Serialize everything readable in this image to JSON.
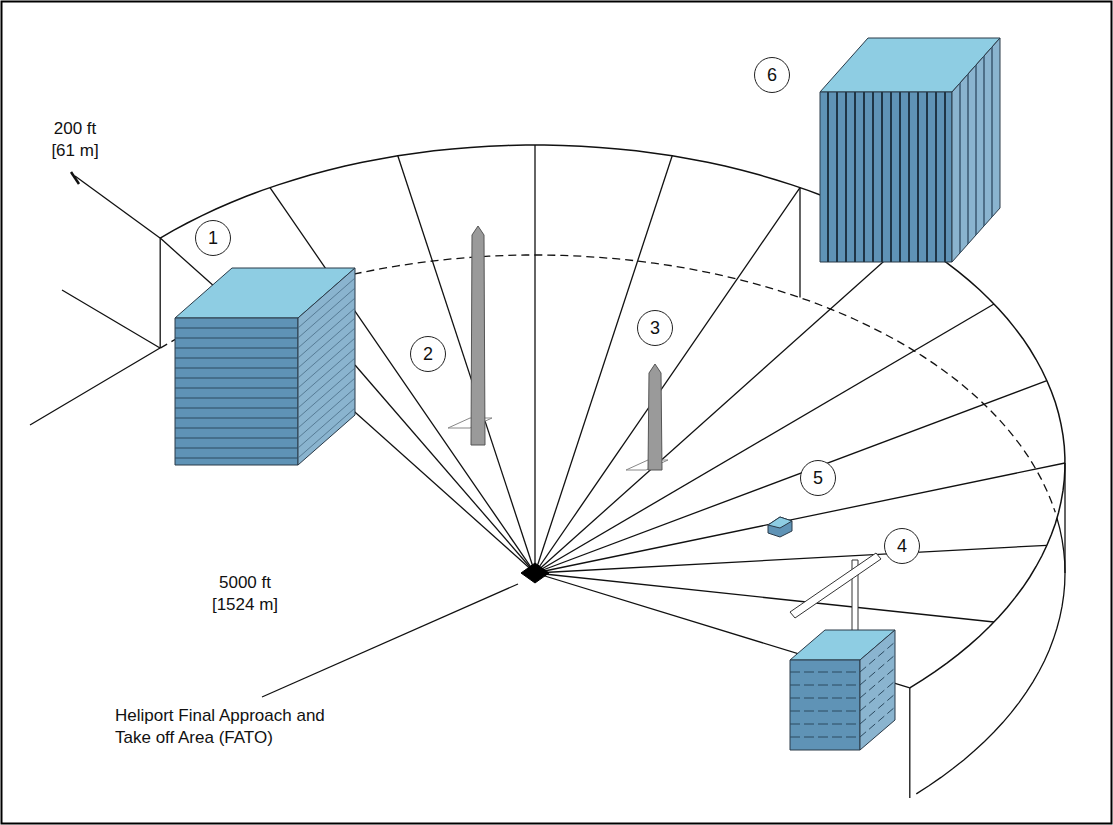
{
  "diagram": {
    "nodes": [
      {
        "text": [
          "1"
        ]
      },
      {
        "text": [
          "2"
        ]
      },
      {
        "text": [
          "3"
        ]
      },
      {
        "text": [
          "4"
        ]
      },
      {
        "text": [
          "5"
        ]
      },
      {
        "text": [
          "6"
        ]
      }
    ],
    "labels": [
      "200 ft [61 m]",
      "5000 ft [1524 m]",
      "Heliport Final Approach and Take off Area (FATO)"
    ]
  }
}
